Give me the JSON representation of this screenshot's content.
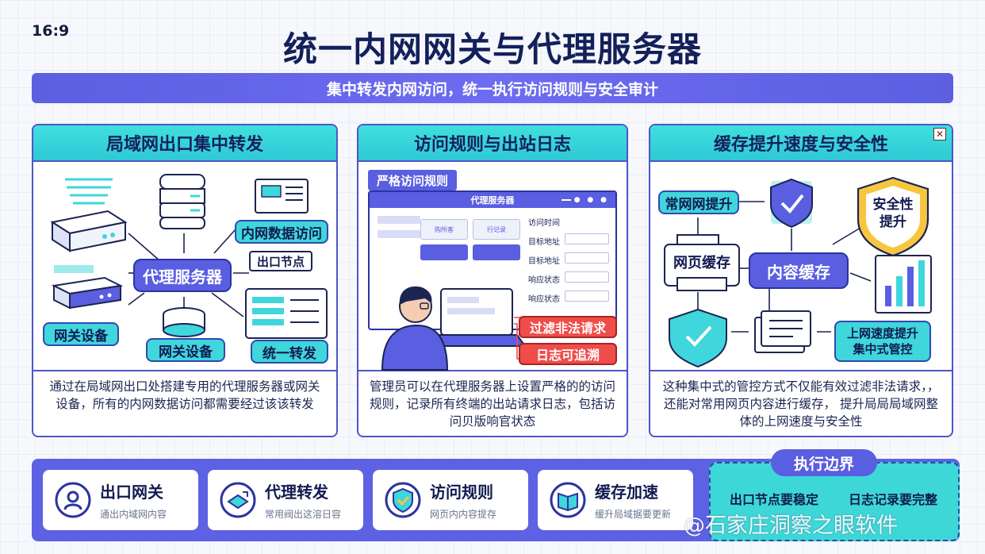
{
  "ratio": "16:9",
  "title": "统一内网网关与代理服务器",
  "subtitle": "集中转发内网访问，统一执行访问规则与安全审计",
  "panels": [
    {
      "title": "局域网出口集中转发",
      "labels": {
        "proxy": "代理服务器",
        "intranet_access": "内网数据访问",
        "exit_node": "出口节点",
        "gateway_left": "网关设备",
        "gateway_bottom": "网关设备",
        "unified_forward": "统一转发"
      },
      "desc": "通过在局域网出口处搭建专用的代理服务器或网关设备，所有的内网数据访问都需要经过该该转发"
    },
    {
      "title": "访问规则与出站日志",
      "labels": {
        "strict_rules": "严格访问规则",
        "window_title": "代理服务器",
        "access_time": "访问时间",
        "target_addr_1": "目标地址",
        "target_addr_2": "目标地址",
        "resp_status_1": "响应状态",
        "resp_status_2": "响应状态",
        "filter": "过滤非法请求",
        "traceable": "日志可追溯",
        "card1_text": "购所客",
        "card2_text": "行记录"
      },
      "desc": "管理员可以在代理服务器上设置严格的的访问规则，记录所有终端的出站请求日志，包括访问贝版响官状态"
    },
    {
      "title": "缓存提升速度与安全性",
      "labels": {
        "common_boost": "常网网提升",
        "page_cache": "网页缓存",
        "content_cache": "内容缓存",
        "security_boost": "安全性提升",
        "speed_control": "上网速度提升集中式管控"
      },
      "desc": "这种集中式的管控方式不仅能有效过滤非法请求，，还能对常用网页内容进行缓存， 提升局局局域网整体的上网速度与安全性"
    }
  ],
  "cards": [
    {
      "title": "出口网关",
      "sub": "通出内域网内容",
      "icon": "exit-gateway-icon"
    },
    {
      "title": "代理转发",
      "sub": "常用阀出这溶日容",
      "icon": "proxy-forward-icon"
    },
    {
      "title": "访问规则",
      "sub": "网页内内容提存",
      "icon": "shield-check-icon"
    },
    {
      "title": "缓存加速",
      "sub": "缓升局域据要更新",
      "icon": "book-cache-icon"
    }
  ],
  "boundary": {
    "title": "执行边界",
    "items": [
      "出口节点要稳定",
      "日志记录要完整"
    ]
  },
  "watermark": "@石家庄洞察之眼软件",
  "colors": {
    "primary": "#5b5fe0",
    "cyan": "#3fe0df",
    "red": "#ef4d4a",
    "navy": "#14205a"
  }
}
